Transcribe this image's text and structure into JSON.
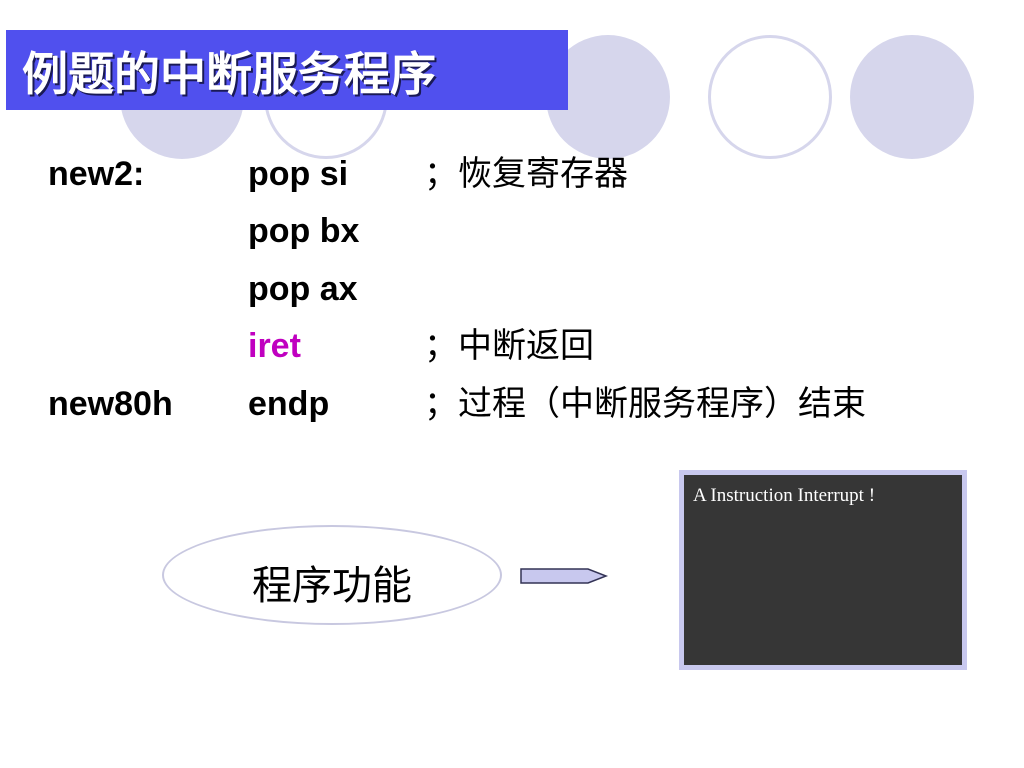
{
  "slide": {
    "title": "例题的中断服务程序",
    "code_lines": [
      {
        "label": "new2:",
        "instruction": "pop si",
        "comment": "；恢复寄存器"
      },
      {
        "label": "",
        "instruction": "pop bx",
        "comment": ""
      },
      {
        "label": "",
        "instruction": "pop ax",
        "comment": ""
      },
      {
        "label": "",
        "instruction": "iret",
        "comment": "；中断返回"
      },
      {
        "label": "new80h",
        "instruction": "endp",
        "comment": "；过程（中断服务程序）结束"
      }
    ],
    "function_label": "程序功能",
    "console_output": "A Instruction Interrupt !"
  },
  "colors": {
    "title_bar": "#5050ee",
    "circle_fill": "#d6d6ec",
    "keyword_highlight": "#c000c0",
    "console_bg": "#363636",
    "console_border": "#c8c8ee"
  }
}
